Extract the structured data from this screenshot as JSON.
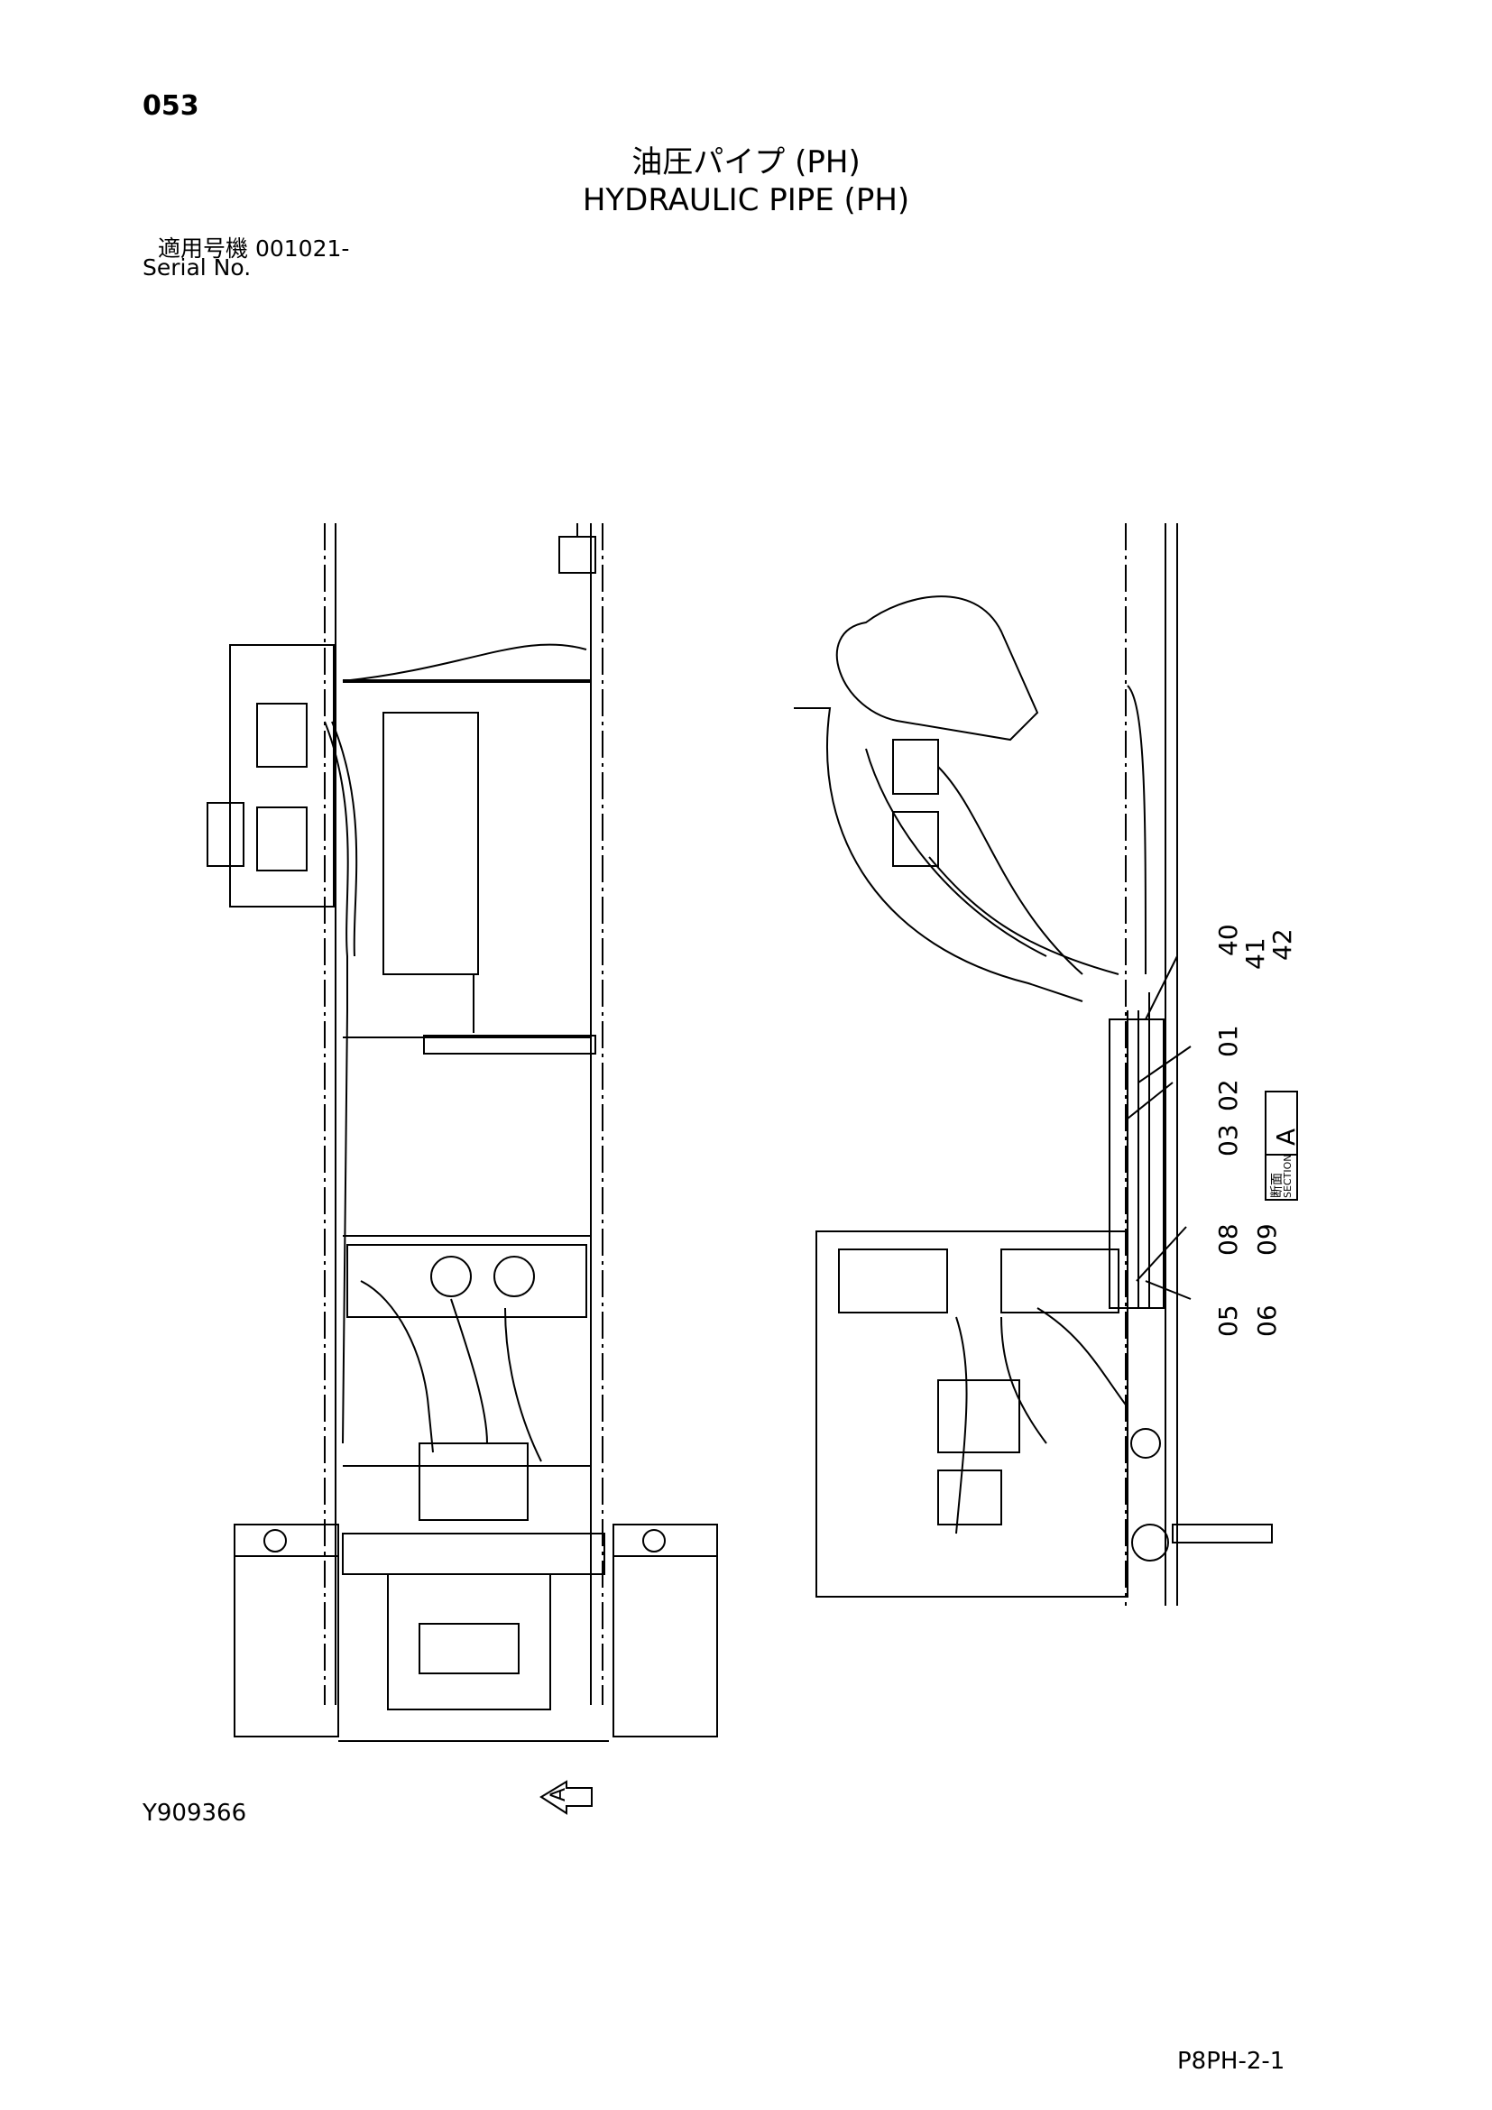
{
  "page": {
    "number": "053",
    "title_jp": "油圧パイプ (PH)",
    "title_en": "HYDRAULIC PIPE (PH)",
    "serial_jp": "適用号機  001021-",
    "serial_en": "Serial No.",
    "doc_id": "Y909366",
    "page_code": "P8PH-2-1"
  },
  "drawing": {
    "view_arrow_label": "A",
    "section_label_jp": "断面",
    "section_label_en": "SECTION",
    "section_letter": "A",
    "callouts": [
      "40",
      "41",
      "42",
      "01",
      "02",
      "03",
      "08",
      "09",
      "05",
      "06"
    ]
  }
}
